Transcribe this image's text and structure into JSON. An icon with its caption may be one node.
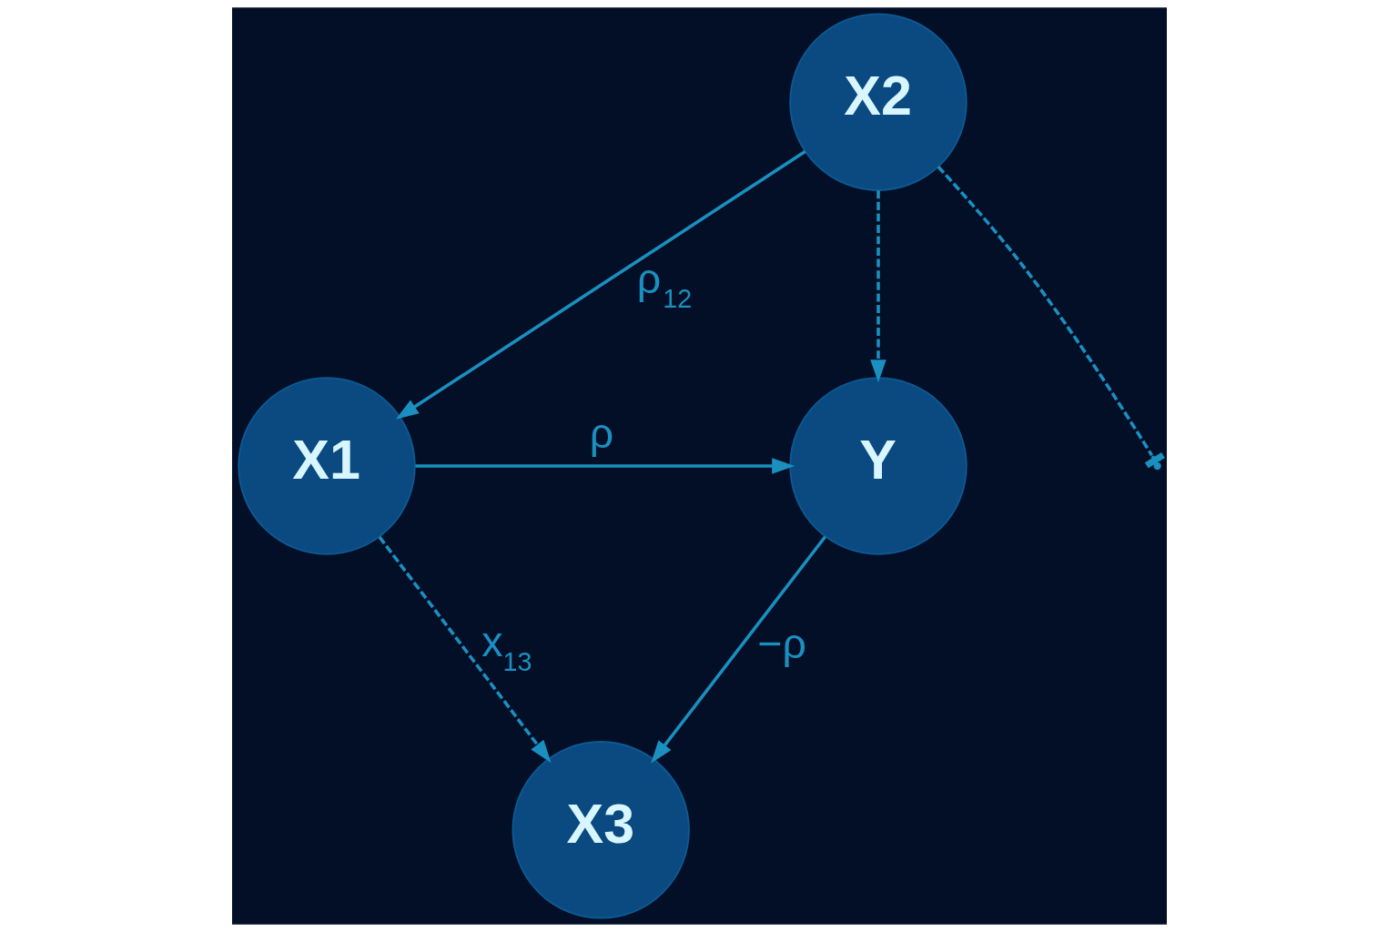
{
  "diagram": {
    "nodes": [
      {
        "text": [
          "X2"
        ]
      },
      {
        "text": [
          "X1"
        ]
      },
      {
        "text": [
          "Y"
        ]
      },
      {
        "text": [
          "X3"
        ]
      }
    ],
    "edges": [
      {
        "from": 0,
        "to": 1,
        "arrow": "to",
        "label": "ρ$_{12}$"
      },
      {
        "from": 0,
        "to": 2,
        "arrow": "to",
        "style": "dashed"
      },
      {
        "from": 1,
        "to": 2,
        "arrow": "to",
        "label": "ρ"
      },
      {
        "from": 0,
        "to": null,
        "arrow": "other",
        "style": "dashed"
      },
      {
        "from": 1,
        "to": 3,
        "arrow": "to",
        "style": "dashed",
        "label": "x$_{13}$"
      },
      {
        "from": 2,
        "to": 3,
        "arrow": "to",
        "label": "−ρ"
      }
    ]
  }
}
